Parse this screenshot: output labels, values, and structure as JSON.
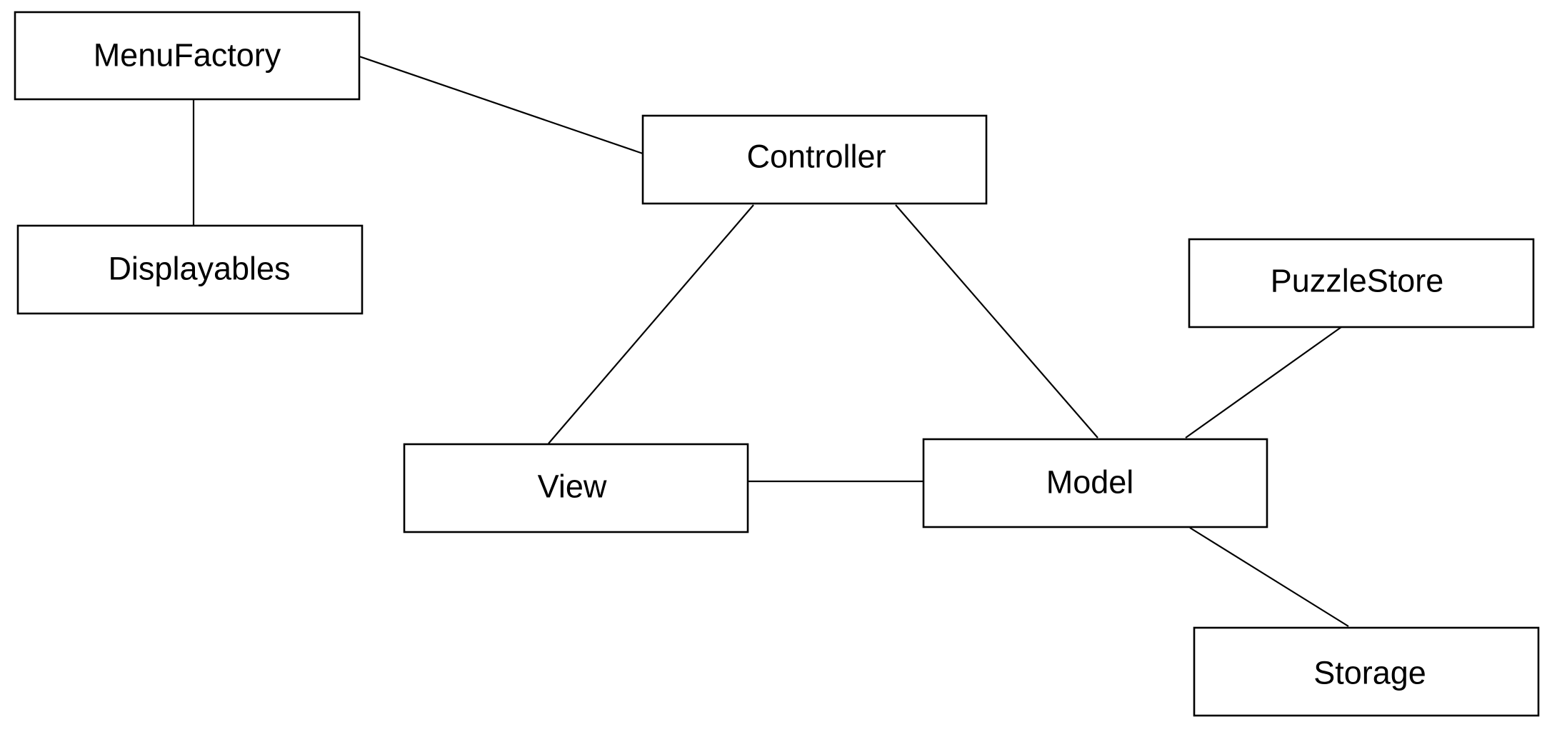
{
  "diagram": {
    "nodes": [
      {
        "id": "menufactory",
        "label": "MenuFactory"
      },
      {
        "id": "displayables",
        "label": "Displayables"
      },
      {
        "id": "controller",
        "label": "Controller"
      },
      {
        "id": "view",
        "label": "View"
      },
      {
        "id": "model",
        "label": "Model"
      },
      {
        "id": "puzzlestore",
        "label": "PuzzleStore"
      },
      {
        "id": "storage",
        "label": "Storage"
      }
    ],
    "edges": [
      {
        "from": "menufactory",
        "to": "displayables"
      },
      {
        "from": "menufactory",
        "to": "controller"
      },
      {
        "from": "controller",
        "to": "view"
      },
      {
        "from": "controller",
        "to": "model"
      },
      {
        "from": "view",
        "to": "model"
      },
      {
        "from": "puzzlestore",
        "to": "model"
      },
      {
        "from": "model",
        "to": "storage"
      }
    ]
  }
}
